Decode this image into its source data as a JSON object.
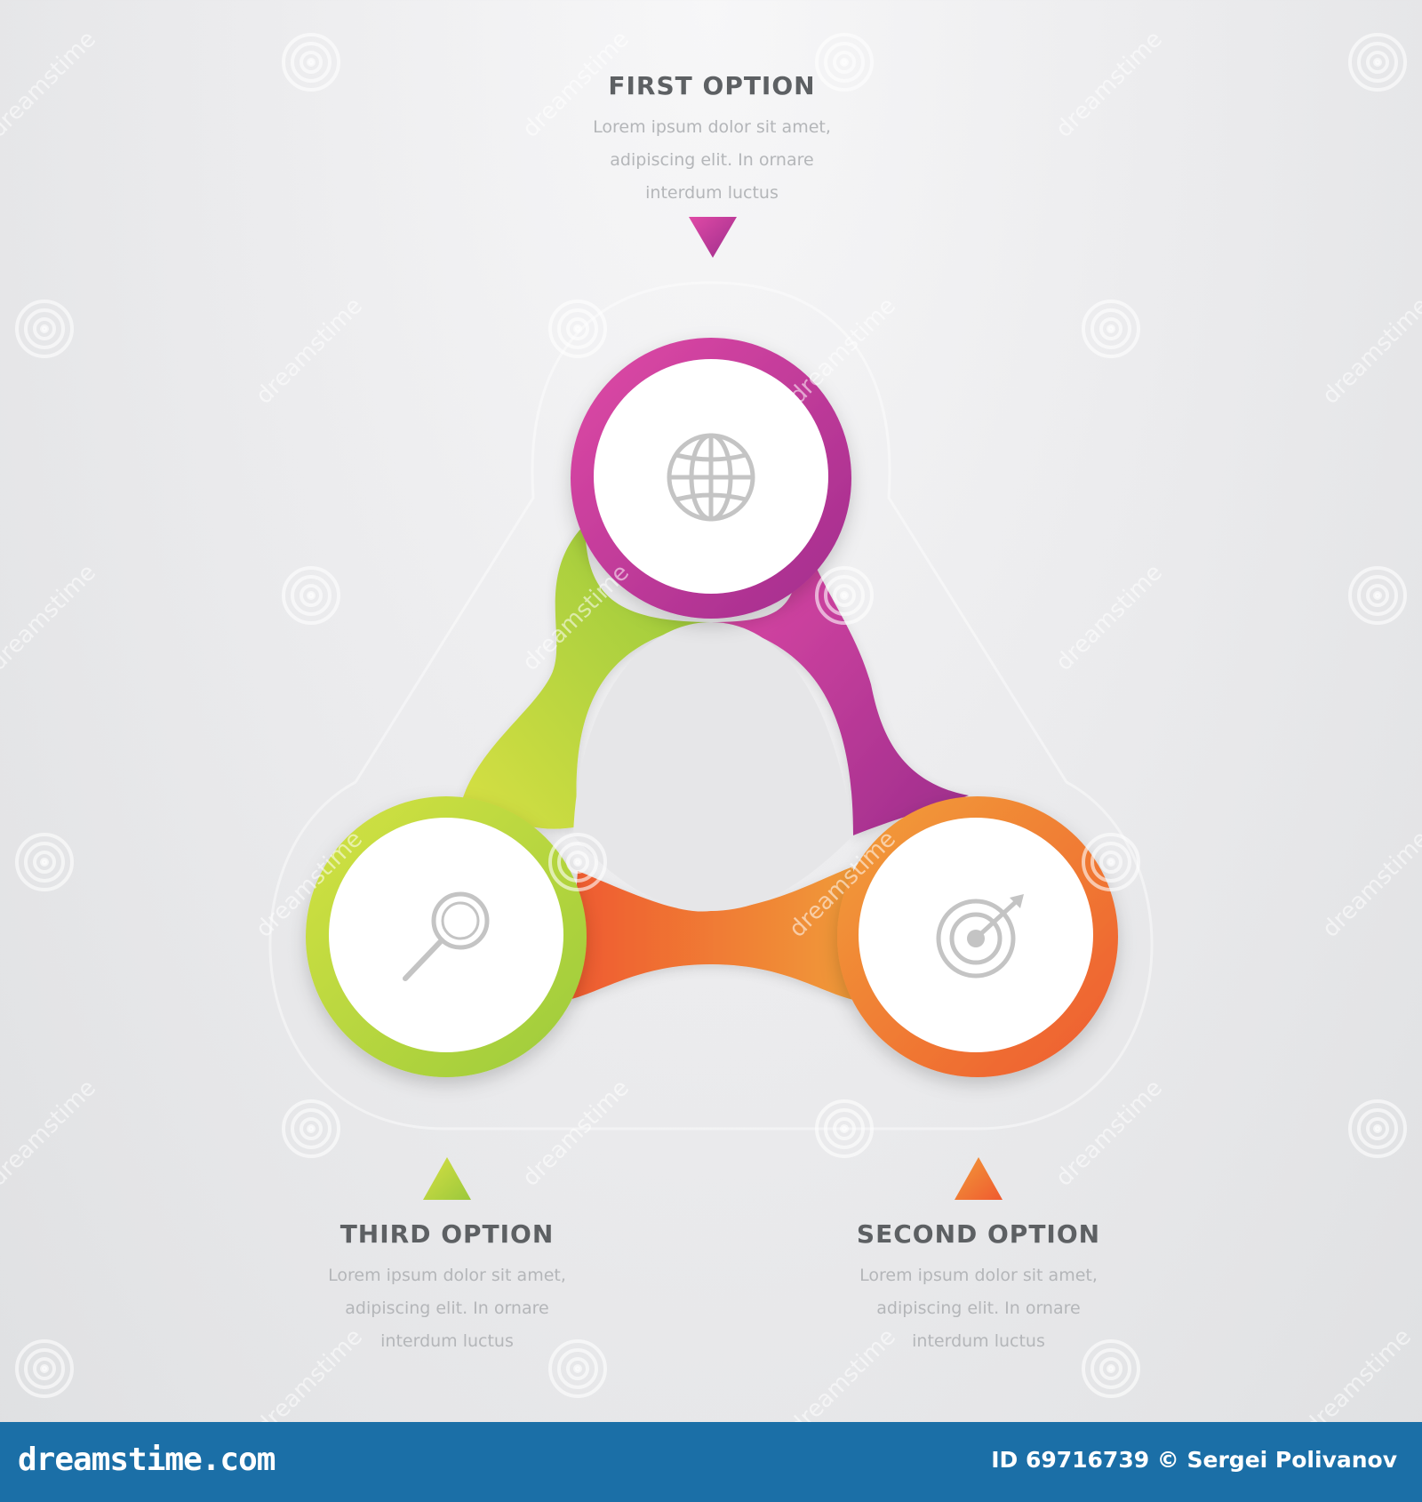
{
  "colors": {
    "first": "#b0308f",
    "first_light": "#e04aa6",
    "second": "#f36f2f",
    "second_light": "#f0913a",
    "third": "#a9cc3a",
    "third_light": "#d2e045",
    "title_text": "#5d6063",
    "desc_text": "#b4b6b9",
    "icon": "#c4c4c4",
    "footer": "#1b6fa7"
  },
  "options": {
    "first": {
      "title": "FIRST OPTION",
      "description": "Lorem ipsum dolor sit amet,\nadipiscing elit. In ornare\ninterdum luctus",
      "icon": "globe-icon",
      "marker": "triangle-down"
    },
    "second": {
      "title": "SECOND OPTION",
      "description": "Lorem ipsum dolor sit amet,\nadipiscing elit. In ornare\ninterdum luctus",
      "icon": "target-icon",
      "marker": "triangle-up"
    },
    "third": {
      "title": "THIRD OPTION",
      "description": "Lorem ipsum dolor sit amet,\nadipiscing elit. In ornare\ninterdum luctus",
      "icon": "magnifier-icon",
      "marker": "triangle-up"
    }
  },
  "watermark": {
    "site": "dreamstime",
    "logo": "dreamstime.com",
    "credit": "ID 69716739 © Sergei Polivanov"
  }
}
